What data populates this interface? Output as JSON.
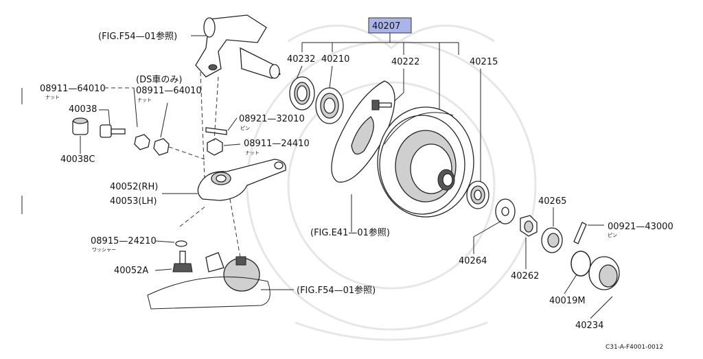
{
  "diagram": {
    "assembly_label": "40207",
    "assembly_fill": "#aab4e8",
    "code": "C31-A-F4001-0012",
    "refs": {
      "knuckle": "(FIG.F54—01参照)",
      "backing": "(FIG.E41—01参照)",
      "balljoint": "(FIG.F54—01参照)"
    },
    "labels": {
      "p40232": "40232",
      "p40210": "40210",
      "p40222": "40222",
      "p40215": "40215",
      "nut_left": "08911—64010",
      "nut_left_sub": "ナット",
      "ds_only": "(DS車のみ)",
      "nut_ds": "08911—64010",
      "nut_ds_sub": "ナット",
      "p40038": "40038",
      "p40038c": "40038C",
      "pin_32010": "08921—32010",
      "pin_32010_sub": "ピン",
      "nut_24410": "08911—24410",
      "nut_24410_sub": "ナット",
      "arm_rh": "40052(RH)",
      "arm_lh": "40053(LH)",
      "washer": "08915—24210",
      "washer_sub": "ワッシャー",
      "p40052a": "40052A",
      "p40265": "40265",
      "pin_43000": "00921—43000",
      "pin_43000_sub": "ピン",
      "p40264": "40264",
      "p40262": "40262",
      "p40019m": "40019M",
      "p40234": "40234"
    }
  }
}
